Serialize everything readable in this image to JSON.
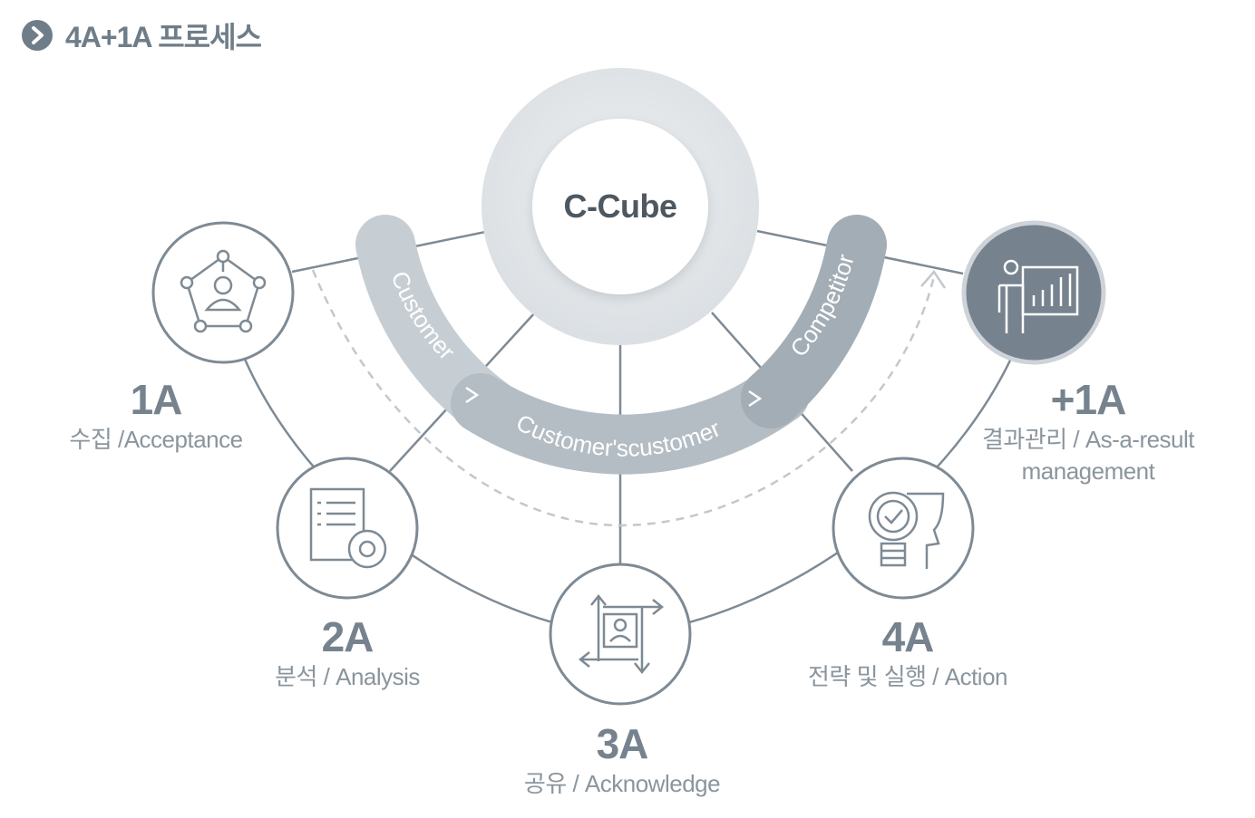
{
  "header": {
    "title": "4A+1A 프로세스",
    "bullet_icon": "chevron-right-icon"
  },
  "center": {
    "label": "C-Cube"
  },
  "arc": {
    "segments": [
      "Customer",
      "Customer'scustomer",
      "Competitor"
    ],
    "chevron_icon": "chevron-right-icon"
  },
  "stages": [
    {
      "code": "1A",
      "desc": "수집 /Acceptance",
      "icon": "network-user-icon"
    },
    {
      "code": "2A",
      "desc": "분석 / Analysis",
      "icon": "checklist-gear-icon"
    },
    {
      "code": "3A",
      "desc": "공유 / Acknowledge",
      "icon": "share-arrows-user-icon"
    },
    {
      "code": "4A",
      "desc": "전략 및 실행 / Action",
      "icon": "lightbulb-head-icon"
    },
    {
      "code": "+1A",
      "desc": "결과관리 / As-a-result management",
      "icon": "presentation-chart-icon"
    }
  ],
  "colors": {
    "primary": "#76838e",
    "ring": "#dfe3e6",
    "arc_light": "#c6ced4",
    "arc_mid": "#b4bdc4",
    "arc_dark": "#a3adb5",
    "highlight_node": "#76838e",
    "line": "#7e8a94"
  }
}
